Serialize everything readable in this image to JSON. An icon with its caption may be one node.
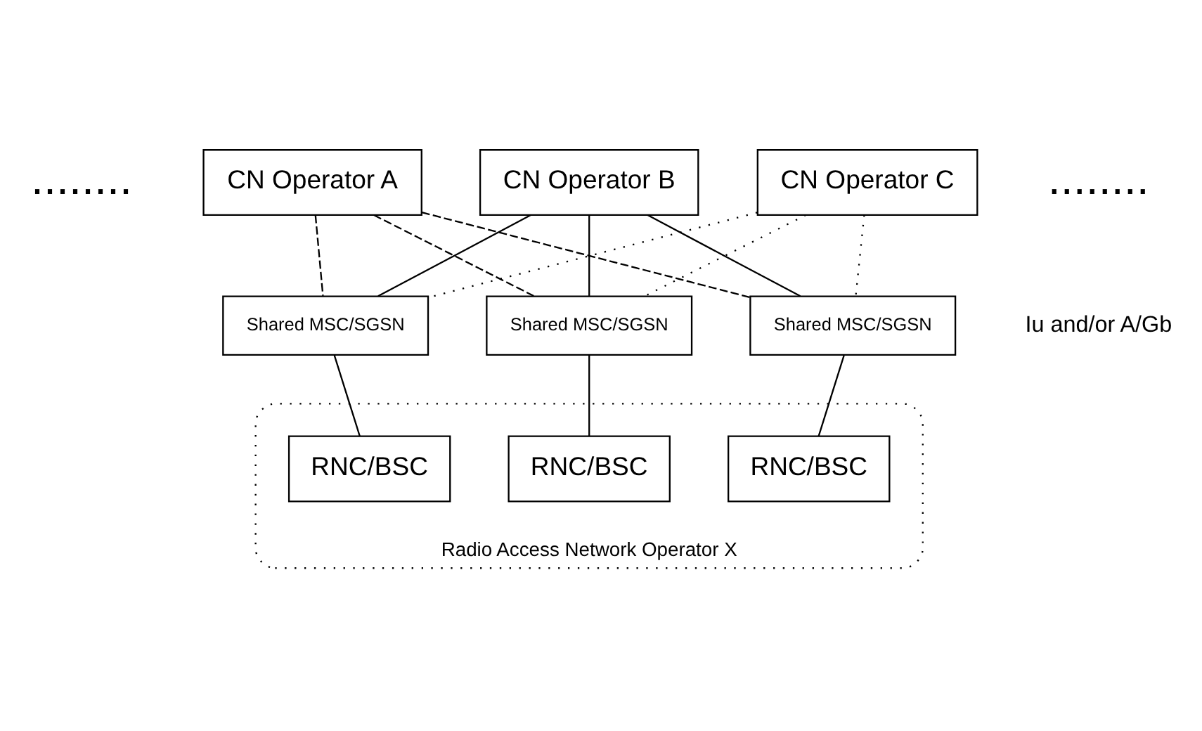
{
  "diagram": {
    "nodes": [
      {
        "text": [
          "CN Operator A"
        ]
      },
      {
        "text": [
          "CN Operator B"
        ]
      },
      {
        "text": [
          "CN Operator C"
        ]
      },
      {
        "text": [
          "Shared MSC/SGSN"
        ]
      },
      {
        "text": [
          "Shared MSC/SGSN"
        ]
      },
      {
        "text": [
          "Shared MSC/SGSN"
        ]
      },
      {
        "text": [
          "Radio Access Network Operator X"
        ]
      },
      {
        "text": [
          "RNC/BSC"
        ],
        "in": 6
      },
      {
        "text": [
          "RNC/BSC"
        ],
        "in": 6
      },
      {
        "text": [
          "RNC/BSC"
        ],
        "in": 6
      }
    ],
    "edges": [
      {
        "from": 0,
        "to": 3,
        "arrow": "none",
        "style": "dashed"
      },
      {
        "from": 0,
        "to": 4,
        "arrow": "none",
        "style": "dashed"
      },
      {
        "from": 0,
        "to": 5,
        "arrow": "none",
        "style": "dashed"
      },
      {
        "from": 1,
        "to": 3,
        "arrow": "none"
      },
      {
        "from": 1,
        "to": 4,
        "arrow": "none"
      },
      {
        "from": 1,
        "to": 5,
        "arrow": "none"
      },
      {
        "from": 2,
        "to": 3,
        "arrow": "none",
        "style": "dashed"
      },
      {
        "from": 2,
        "to": 4,
        "arrow": "none",
        "style": "dashed"
      },
      {
        "from": 2,
        "to": 5,
        "arrow": "none",
        "style": "dashed"
      },
      {
        "from": 3,
        "to": 7,
        "arrow": "none"
      },
      {
        "from": 4,
        "to": 8,
        "arrow": "none"
      },
      {
        "from": 5,
        "to": 9,
        "arrow": "none"
      }
    ],
    "labels": [
      "........",
      "........",
      "Iu and/or A/Gb"
    ]
  }
}
